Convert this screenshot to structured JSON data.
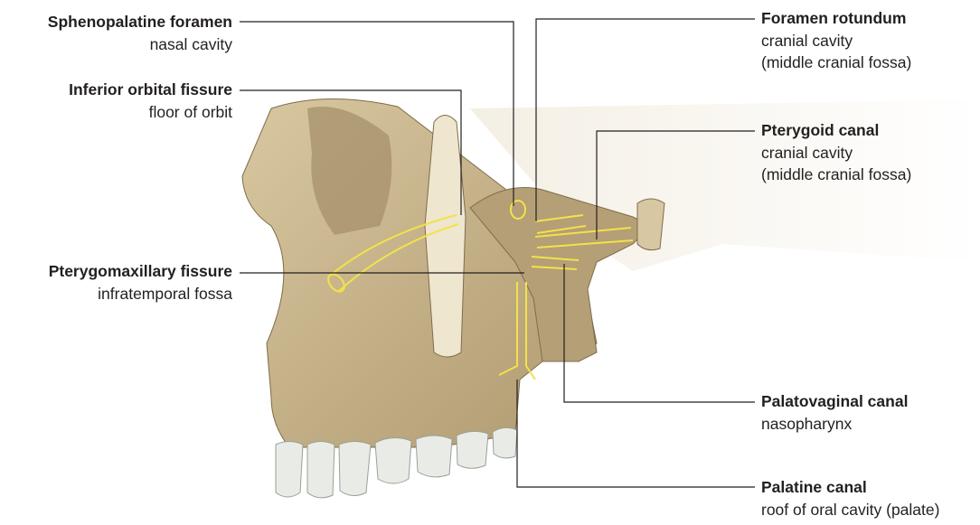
{
  "labels": {
    "sphenopalatine": {
      "title": "Sphenopalatine foramen",
      "sub": [
        "nasal cavity"
      ]
    },
    "inferior_orbital": {
      "title": "Inferior orbital fissure",
      "sub": [
        "floor of orbit"
      ]
    },
    "pterygomaxillary": {
      "title": "Pterygomaxillary fissure",
      "sub": [
        "infratemporal fossa"
      ]
    },
    "foramen_rotundum": {
      "title": "Foramen rotundum",
      "sub": [
        "cranial cavity",
        "(middle cranial fossa)"
      ]
    },
    "pterygoid_canal": {
      "title": "Pterygoid canal",
      "sub": [
        "cranial cavity",
        "(middle cranial fossa)"
      ]
    },
    "palatovaginal": {
      "title": "Palatovaginal canal",
      "sub": [
        "nasopharynx"
      ]
    },
    "palatine_canal": {
      "title": "Palatine canal",
      "sub": [
        "roof of oral cavity (palate)"
      ]
    }
  },
  "colors": {
    "bone": "#c9b48c",
    "bone_dark": "#9c8762",
    "canal": "#f2e24a",
    "line": "#231f20",
    "tooth": "#e9ece6"
  }
}
